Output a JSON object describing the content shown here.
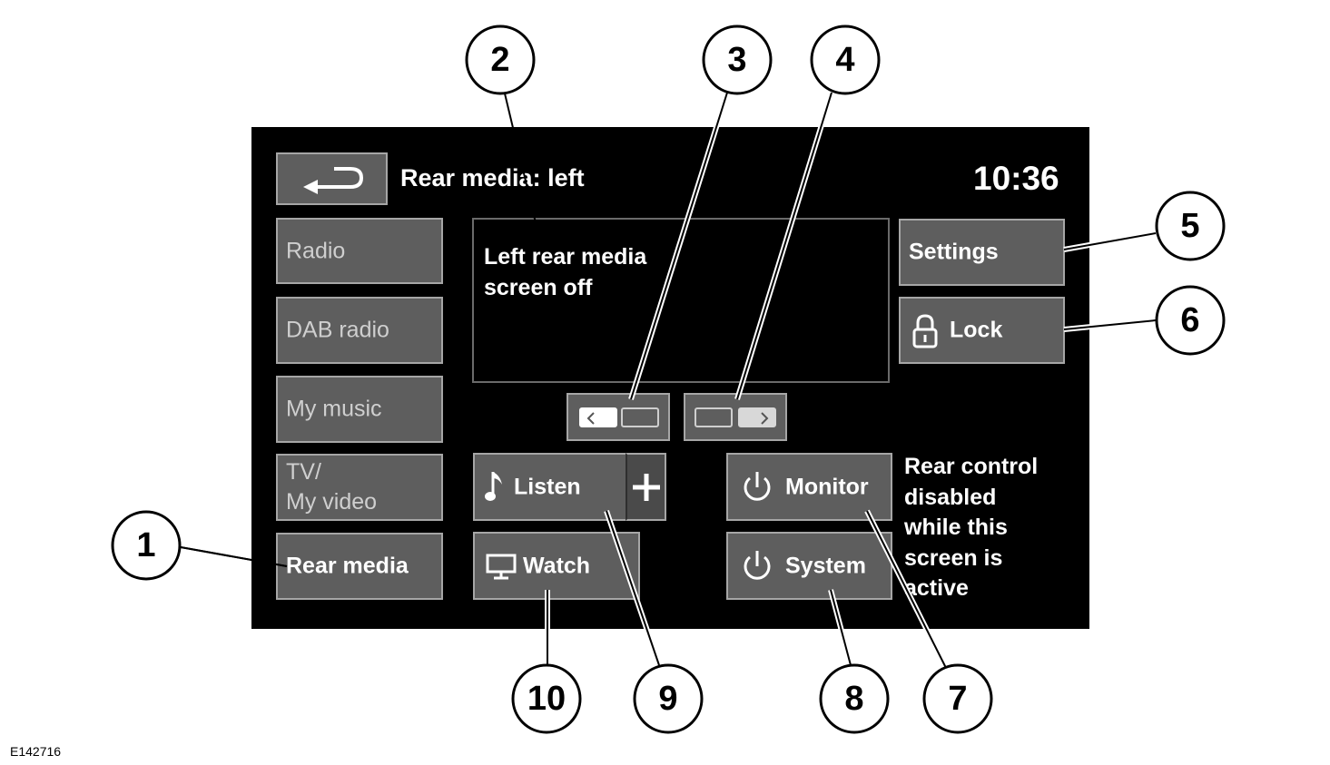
{
  "header": {
    "title": "Rear media: left",
    "clock": "10:36"
  },
  "sidebar": {
    "items": [
      {
        "label": "Radio"
      },
      {
        "label": "DAB radio"
      },
      {
        "label": "My music"
      },
      {
        "label_line1": "TV/",
        "label_line2": "My video"
      },
      {
        "label": "Rear media"
      }
    ]
  },
  "info": {
    "line1": "Left rear media",
    "line2": "screen off"
  },
  "right_buttons": {
    "settings": "Settings",
    "lock": "Lock"
  },
  "actions": {
    "listen": "Listen",
    "watch": "Watch",
    "monitor": "Monitor",
    "system": "System"
  },
  "notice": {
    "lines": [
      "Rear control",
      "disabled",
      "while this",
      "screen is",
      "active"
    ]
  },
  "callouts": [
    "1",
    "2",
    "3",
    "4",
    "5",
    "6",
    "7",
    "8",
    "9",
    "10"
  ],
  "image_code": "E142716",
  "colors": {
    "screen_bg": "#000000",
    "button_bg": "#5e5e5e",
    "button_border": "#a6a6a6",
    "text": "#ffffff"
  },
  "icons": {
    "back": "back-arrow-icon",
    "lock": "padlock-icon",
    "listen": "music-note-icon",
    "plus": "plus-icon",
    "watch": "monitor-screen-icon",
    "power": "power-icon",
    "pager_left": "chevron-left-icon",
    "pager_right": "chevron-right-icon"
  }
}
